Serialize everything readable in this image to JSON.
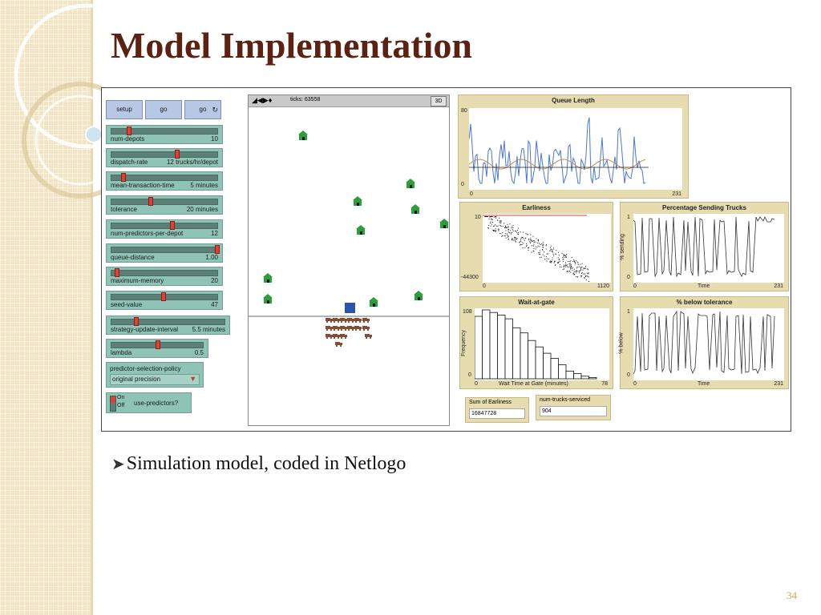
{
  "slide": {
    "title": "Model Implementation",
    "bullet": "Simulation model, coded in Netlogo",
    "page_number": "34"
  },
  "buttons": [
    {
      "label": "setup"
    },
    {
      "label": "go"
    },
    {
      "label": "go",
      "icon": "forever-icon"
    }
  ],
  "sliders": [
    {
      "label": "num-depots",
      "value": "10",
      "fraction": 0.15
    },
    {
      "label": "dispatch-rate",
      "value": "12 trucks/hr/depot",
      "fraction": 0.6
    },
    {
      "label": "mean-transaction-time",
      "value": "5 minutes",
      "fraction": 0.1
    },
    {
      "label": "tolerance",
      "value": "20 minutes",
      "fraction": 0.35
    },
    {
      "label": "num-predictors-per-depot",
      "value": "12",
      "fraction": 0.55
    },
    {
      "label": "queue-distance",
      "value": "1.00",
      "fraction": 0.97
    },
    {
      "label": "maximum-memory",
      "value": "20",
      "fraction": 0.04
    },
    {
      "label": "seed-value",
      "value": "47",
      "fraction": 0.47
    },
    {
      "label": "strategy-update-interval",
      "value": "5.5 minutes",
      "fraction": 0.2
    },
    {
      "label": "lambda",
      "value": "0.5",
      "fraction": 0.48
    }
  ],
  "chooser": {
    "label": "predictor-selection-policy",
    "value": "original precision"
  },
  "switch": {
    "on_label": "On",
    "off_label": "Off",
    "label": "use-predictors?"
  },
  "world": {
    "ticks_label": "ticks: 63558",
    "three_d_label": "3D"
  },
  "plots": {
    "queue_length": {
      "title": "Queue Length",
      "y_max": "80",
      "y_min": "0",
      "x_min": "0",
      "x_max": "231"
    },
    "earliness": {
      "title": "Earliness",
      "y_max": "10",
      "y_min": "-44300",
      "x_min": "0",
      "x_max": "1120"
    },
    "pct_sending": {
      "title": "Percentage Sending Trucks",
      "y_max": "1",
      "y_min": "0",
      "x_min": "0",
      "x_max": "231",
      "xlabel": "Time",
      "ylabel": "% sending"
    },
    "wait_at_gate": {
      "title": "Wait-at-gate",
      "y_max": "108",
      "y_min": "0",
      "x_min": "0",
      "x_max": "78",
      "xlabel": "Wait Time at Gate (minutes)",
      "ylabel": "Frequency"
    },
    "below_tolerance": {
      "title": "% below tolerance",
      "y_max": "1",
      "y_min": "0",
      "x_min": "0",
      "x_max": "231",
      "xlabel": "Time",
      "ylabel": "% below"
    }
  },
  "monitors": [
    {
      "label": "Sum of Earliness",
      "value": "16847728"
    },
    {
      "label": "num-trucks-serviced",
      "value": "904"
    }
  ],
  "colors": {
    "title": "#5b2214",
    "depot": "#2e9e3c",
    "gate": "#2b55a8",
    "truck": "#8b4a2b",
    "queue_series": "#4a78c7",
    "queue_avg": "#c98a4a"
  }
}
